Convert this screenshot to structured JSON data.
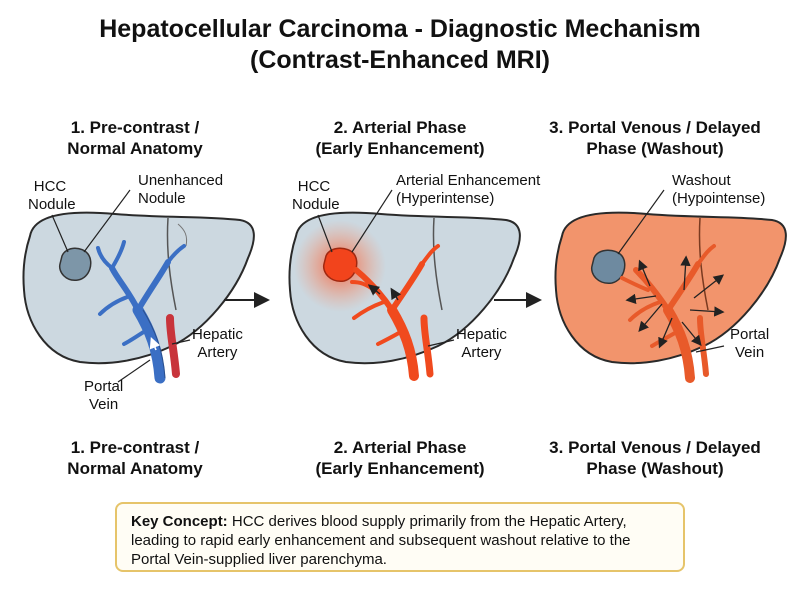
{
  "title_line1": "Hepatocellular Carcinoma - Diagnostic Mechanism",
  "title_line2": "(Contrast-Enhanced MRI)",
  "panels": [
    {
      "heading_line1": "1. Pre-contrast /",
      "heading_line2": "Normal Anatomy"
    },
    {
      "heading_line1": "2. Arterial Phase",
      "heading_line2": "(Early Enhancement)"
    },
    {
      "heading_line1": "3. Portal Venous / Delayed",
      "heading_line2": "Phase (Washout)"
    }
  ],
  "callouts": {
    "p1_hcc_line1": "HCC",
    "p1_hcc_line2": "Nodule",
    "p1_unenh_line1": "Unenhanced",
    "p1_unenh_line2": "Nodule",
    "p1_artery_line1": "Hepatic",
    "p1_artery_line2": "Artery",
    "p1_portal_line1": "Portal",
    "p1_portal_line2": "Vein",
    "p2_hcc_line1": "HCC",
    "p2_hcc_line2": "Nodule",
    "p2_enh_line1": "Arterial Enhancement",
    "p2_enh_line2": "(Hyperintense)",
    "p2_artery_line1": "Hepatic",
    "p2_artery_line2": "Artery",
    "p3_wash_line1": "Washout",
    "p3_wash_line2": "(Hypointense)",
    "p3_portal_line1": "Portal",
    "p3_portal_line2": "Vein"
  },
  "key_concept": {
    "label": "Key Concept:",
    "text": " HCC derives blood supply primarily from the Hepatic Artery, leading to rapid early enhancement and subsequent washout relative to the Portal Vein-supplied liver parenchyma."
  },
  "colors": {
    "liver_normal": "#ccd8e0",
    "liver_enhanced": "#f2946c",
    "portal_vein": "#3b6fc4",
    "hepatic_artery": "#c8343b",
    "enhanced_vessel": "#f04a1e",
    "nodule_unenhanced": "#7d96a8",
    "nodule_enhanced": "#f2441c",
    "keybox_border": "#e6c46a"
  }
}
